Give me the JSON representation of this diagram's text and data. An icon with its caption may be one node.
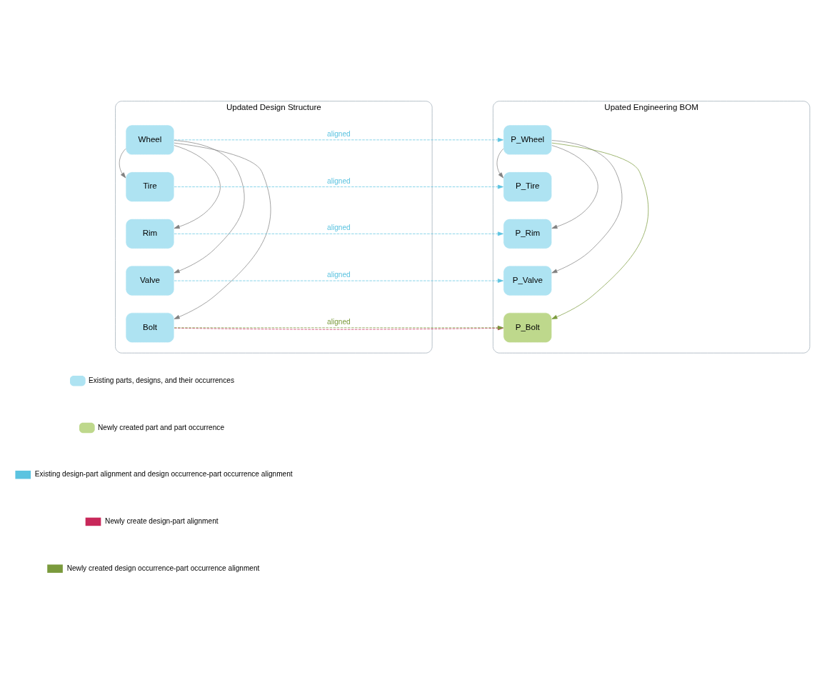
{
  "diagram": {
    "nodes": [
      {
        "text": [
          "Updated Design Structure"
        ]
      },
      {
        "text": [
          "Wheel"
        ],
        "in": 0
      },
      {
        "text": [
          "Tire"
        ],
        "in": 0
      },
      {
        "text": [
          "Rim"
        ],
        "in": 0
      },
      {
        "text": [
          "Valve"
        ],
        "in": 0
      },
      {
        "text": [
          "Bolt"
        ],
        "in": 0
      },
      {
        "text": [
          "Upated Engineering BOM"
        ]
      },
      {
        "text": [
          "P_Wheel"
        ],
        "in": 6
      },
      {
        "text": [
          "P_Tire"
        ],
        "in": 6
      },
      {
        "text": [
          "P_Rim"
        ],
        "in": 6
      },
      {
        "text": [
          "P_Valve"
        ],
        "in": 6
      },
      {
        "text": [
          "P_Bolt"
        ],
        "in": 6
      }
    ],
    "edges": [
      {
        "from": 1,
        "to": 2,
        "arrow": "to"
      },
      {
        "from": 1,
        "to": 3,
        "arrow": "to"
      },
      {
        "from": 1,
        "to": 4,
        "arrow": "to"
      },
      {
        "from": 1,
        "to": 5,
        "arrow": "to"
      },
      {
        "from": 1,
        "to": 7,
        "arrow": "to",
        "label": "aligned",
        "style": "dashed",
        "color": "#5bc3e0"
      },
      {
        "from": 2,
        "to": 8,
        "arrow": "to",
        "label": "aligned",
        "style": "dashed",
        "color": "#5bc3e0"
      },
      {
        "from": 3,
        "to": 9,
        "arrow": "to",
        "label": "aligned",
        "style": "dashed",
        "color": "#5bc3e0"
      },
      {
        "from": 4,
        "to": 10,
        "arrow": "to",
        "label": "aligned",
        "style": "dashed",
        "color": "#5bc3e0"
      },
      {
        "from": 5,
        "to": 11,
        "arrow": "to",
        "style": "dashed",
        "color": "#c8285a"
      },
      {
        "from": 5,
        "to": 11,
        "arrow": "to",
        "label": "aligned",
        "style": "dashed",
        "color": "#7a9a3c"
      },
      {
        "from": 7,
        "to": 8,
        "arrow": "to"
      },
      {
        "from": 7,
        "to": 9,
        "arrow": "to"
      },
      {
        "from": 7,
        "to": 10,
        "arrow": "to"
      },
      {
        "from": 7,
        "to": 11,
        "arrow": "to",
        "color": "#7a9a3c"
      }
    ],
    "legend": [
      {
        "text": "Existing parts, designs, and their occurrences",
        "color": "#aee3f2"
      },
      {
        "text": "Newly created part and part occurrence",
        "color": "#bed88c"
      },
      {
        "text": "Existing design-part alignment and design occurrence-part occurrence alignment"
      },
      {
        "text": "Newly create design-part alignment"
      },
      {
        "text": "Newly created design occurrence-part occurrence alignment"
      }
    ]
  }
}
